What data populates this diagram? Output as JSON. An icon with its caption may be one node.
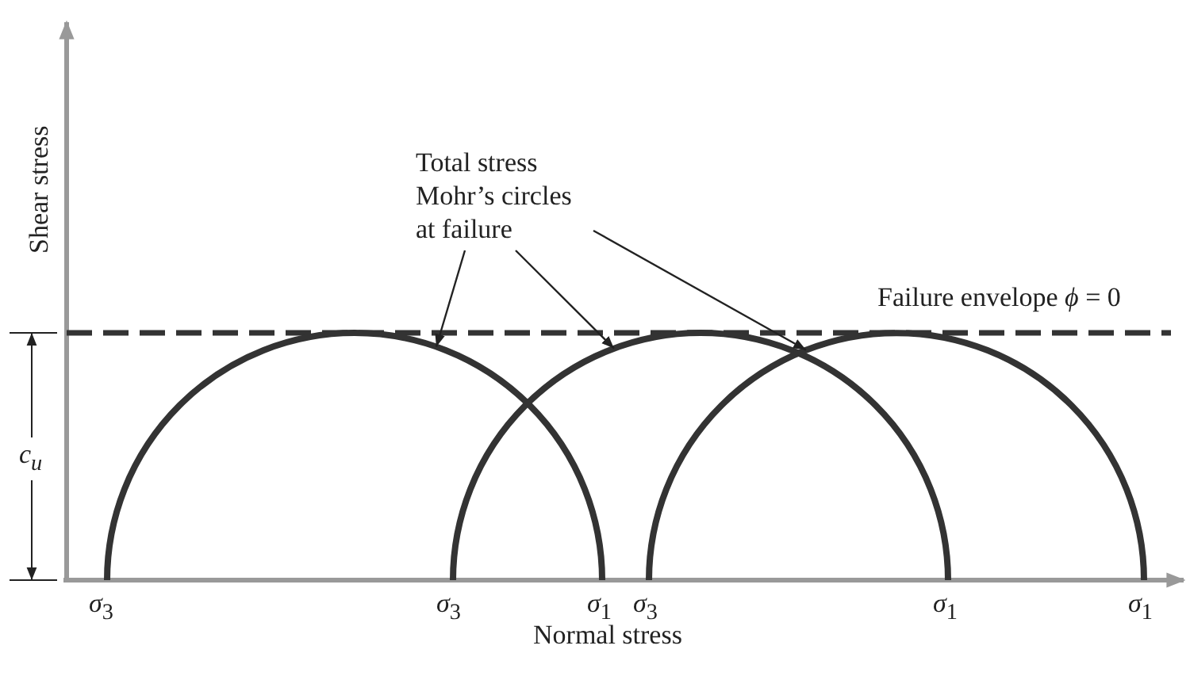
{
  "diagram": {
    "nodes": [
      {
        "text": [
          "Total stress Mohr’s circles at failure"
        ]
      },
      {
        "text": [],
        "shape": "circle"
      },
      {
        "text": [],
        "shape": "circle"
      },
      {
        "text": [],
        "shape": "circle"
      }
    ],
    "edges": [
      {
        "from": 0,
        "to": 1,
        "arrow": "to"
      },
      {
        "from": 0,
        "to": 2,
        "arrow": "to"
      },
      {
        "from": 0,
        "to": 3,
        "arrow": "to"
      }
    ],
    "labels": [
      "Shear stress",
      "Failure envelope *ϕ* = 0",
      "c$_{u}$",
      "*σ*$_{3}$",
      "*σ*$_{3}$",
      "*σ*$_{1}$",
      "*σ*$_{3}$",
      "*σ*$_{1}$",
      "*σ*$_{1}$",
      "Normal stress"
    ]
  }
}
